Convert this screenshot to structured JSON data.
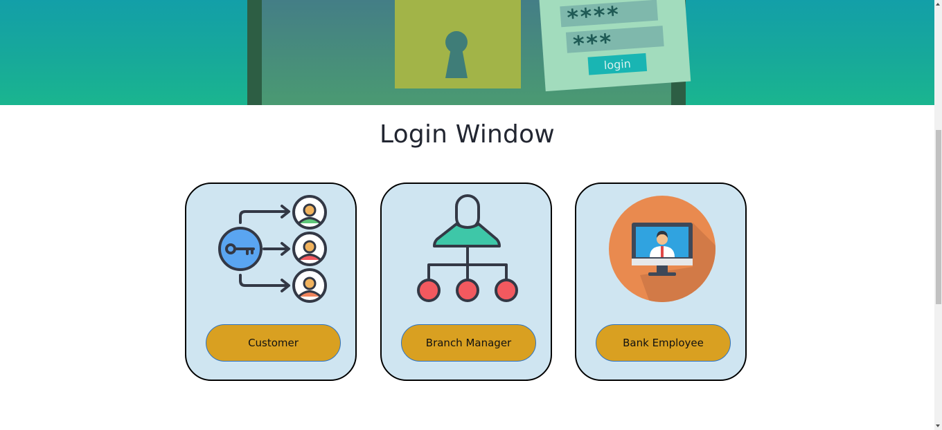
{
  "hero": {
    "password_mask_1": "****",
    "password_mask_2": "***",
    "login_label": "login"
  },
  "page": {
    "title": "Login Window"
  },
  "cards": [
    {
      "id": "customer",
      "button_label": "Customer",
      "icon": "key-users-icon"
    },
    {
      "id": "branch-manager",
      "button_label": "Branch Manager",
      "icon": "hierarchy-icon"
    },
    {
      "id": "bank-employee",
      "button_label": "Bank Employee",
      "icon": "monitor-user-icon"
    }
  ],
  "colors": {
    "card_bg": "#cfe5f1",
    "button_bg": "#d9a021",
    "button_border": "#2a73c6",
    "hero_top": "#139fa8",
    "hero_bottom": "#1ab58f"
  }
}
